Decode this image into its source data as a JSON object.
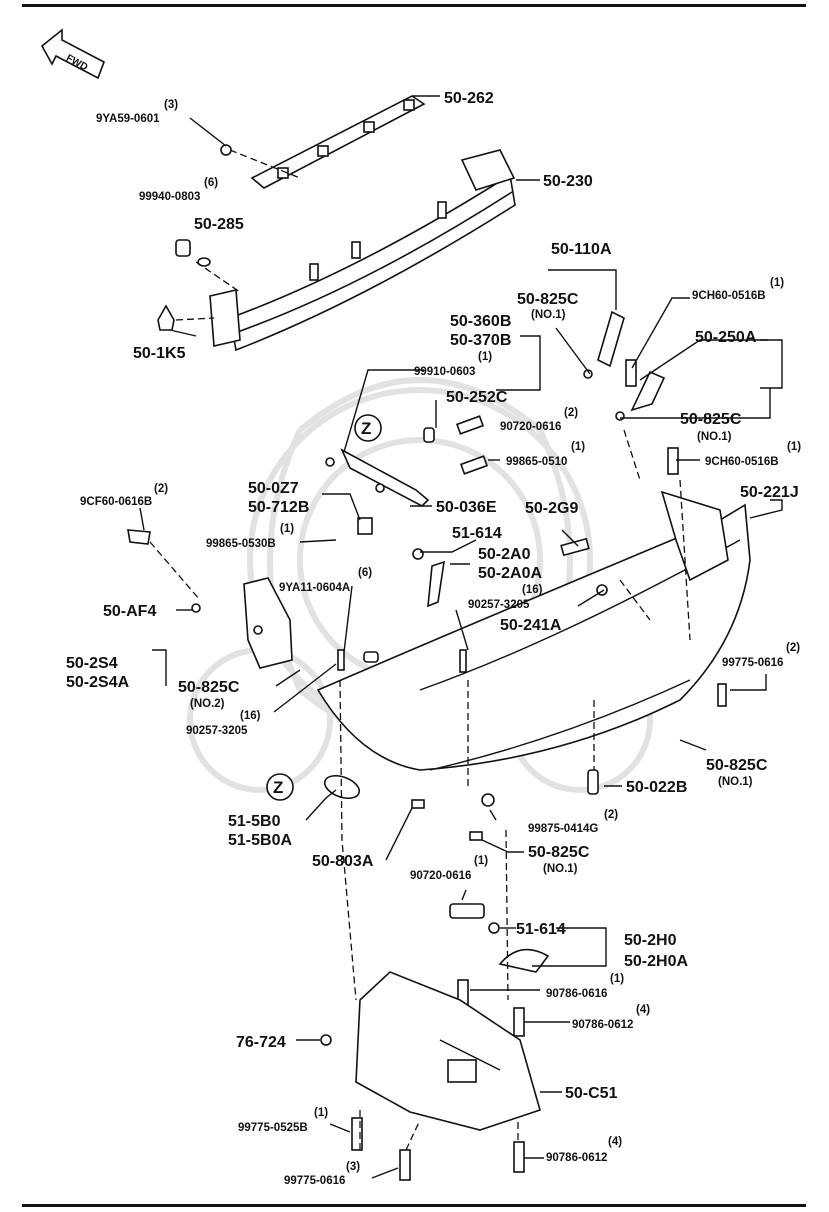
{
  "header_rule": "top",
  "forward_label": "FWD",
  "zone_marker": "Z",
  "parts": [
    {
      "id": "p1",
      "code": "50-262",
      "qty": ""
    },
    {
      "id": "p2",
      "code": "9YA59-0601",
      "qty": "(3)"
    },
    {
      "id": "p3",
      "code": "50-230",
      "qty": ""
    },
    {
      "id": "p4",
      "code": "99940-0803",
      "qty": "(6)"
    },
    {
      "id": "p5",
      "code": "50-285",
      "qty": ""
    },
    {
      "id": "p6",
      "code": "50-1K5",
      "qty": ""
    },
    {
      "id": "p7",
      "code": "50-110A",
      "qty": ""
    },
    {
      "id": "p8",
      "code": "50-825C",
      "qty": "(NO.1)"
    },
    {
      "id": "p9",
      "code": "9CH60-0516B",
      "qty": "(1)"
    },
    {
      "id": "p10",
      "code": "50-360B",
      "qty": ""
    },
    {
      "id": "p11",
      "code": "50-370B",
      "qty": ""
    },
    {
      "id": "p12",
      "code": "50-250A",
      "qty": ""
    },
    {
      "id": "p13",
      "code": "99910-0603",
      "qty": "(1)"
    },
    {
      "id": "p14",
      "code": "50-252C",
      "qty": ""
    },
    {
      "id": "p15",
      "code": "90720-0616",
      "qty": "(2)"
    },
    {
      "id": "p16",
      "code": "50-825C",
      "qty": "(NO.1)"
    },
    {
      "id": "p17",
      "code": "99865-0510",
      "qty": "(1)"
    },
    {
      "id": "p18",
      "code": "9CH60-0516B",
      "qty": "(1)"
    },
    {
      "id": "p19",
      "code": "50-0Z7",
      "qty": ""
    },
    {
      "id": "p20",
      "code": "50-712B",
      "qty": ""
    },
    {
      "id": "p21",
      "code": "50-036E",
      "qty": ""
    },
    {
      "id": "p22",
      "code": "50-221J",
      "qty": ""
    },
    {
      "id": "p23",
      "code": "9CF60-0616B",
      "qty": "(2)"
    },
    {
      "id": "p24",
      "code": "99865-0530B",
      "qty": "(1)"
    },
    {
      "id": "p25",
      "code": "51-614",
      "qty": ""
    },
    {
      "id": "p26",
      "code": "50-2G9",
      "qty": ""
    },
    {
      "id": "p27",
      "code": "50-2A0",
      "qty": ""
    },
    {
      "id": "p28",
      "code": "50-2A0A",
      "qty": ""
    },
    {
      "id": "p29",
      "code": "9YA11-0604A",
      "qty": "(6)"
    },
    {
      "id": "p30",
      "code": "90257-3205",
      "qty": "(16)"
    },
    {
      "id": "p31",
      "code": "50-AF4",
      "qty": ""
    },
    {
      "id": "p32",
      "code": "50-241A",
      "qty": ""
    },
    {
      "id": "p33",
      "code": "50-2S4",
      "qty": ""
    },
    {
      "id": "p34",
      "code": "50-2S4A",
      "qty": ""
    },
    {
      "id": "p35",
      "code": "99775-0616",
      "qty": "(2)"
    },
    {
      "id": "p36",
      "code": "50-825C",
      "qty": "(NO.2)"
    },
    {
      "id": "p37",
      "code": "90257-3205",
      "qty": "(16)"
    },
    {
      "id": "p38",
      "code": "50-825C",
      "qty": "(NO.1)"
    },
    {
      "id": "p39",
      "code": "50-022B",
      "qty": ""
    },
    {
      "id": "p40",
      "code": "51-5B0",
      "qty": ""
    },
    {
      "id": "p41",
      "code": "51-5B0A",
      "qty": ""
    },
    {
      "id": "p42",
      "code": "99875-0414G",
      "qty": "(2)"
    },
    {
      "id": "p43",
      "code": "50-825C",
      "qty": "(NO.1)"
    },
    {
      "id": "p44",
      "code": "50-803A",
      "qty": ""
    },
    {
      "id": "p45",
      "code": "90720-0616",
      "qty": "(1)"
    },
    {
      "id": "p46",
      "code": "51-614",
      "qty": ""
    },
    {
      "id": "p47",
      "code": "50-2H0",
      "qty": ""
    },
    {
      "id": "p48",
      "code": "50-2H0A",
      "qty": ""
    },
    {
      "id": "p49",
      "code": "90786-0616",
      "qty": "(1)"
    },
    {
      "id": "p50",
      "code": "90786-0612",
      "qty": "(4)"
    },
    {
      "id": "p51",
      "code": "76-724",
      "qty": ""
    },
    {
      "id": "p52",
      "code": "50-C51",
      "qty": ""
    },
    {
      "id": "p53",
      "code": "99775-0525B",
      "qty": "(1)"
    },
    {
      "id": "p54",
      "code": "90786-0612",
      "qty": "(4)"
    },
    {
      "id": "p55",
      "code": "99775-0616",
      "qty": "(3)"
    }
  ]
}
